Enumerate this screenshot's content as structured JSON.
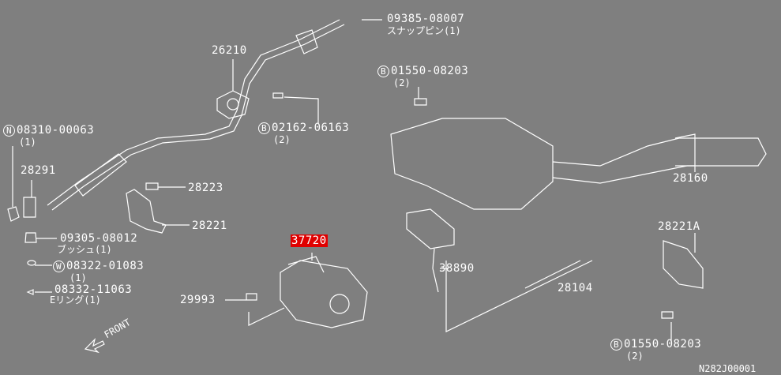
{
  "parts": [
    {
      "id": "p1",
      "number": "09385-08007",
      "desc": "スナップピン(1)"
    },
    {
      "id": "p2",
      "number": "26210"
    },
    {
      "id": "p3",
      "prefix": "B",
      "number": "02162-06163",
      "desc": "(2)"
    },
    {
      "id": "p4",
      "prefix": "N",
      "number": "08310-00063",
      "desc": "(1)"
    },
    {
      "id": "p5",
      "number": "28291"
    },
    {
      "id": "p6",
      "number": "28223"
    },
    {
      "id": "p7",
      "number": "28221"
    },
    {
      "id": "p8",
      "number": "09305-08012",
      "desc": "ブッシュ(1)"
    },
    {
      "id": "p9",
      "prefix": "W",
      "number": "08322-01083",
      "desc": "(1)"
    },
    {
      "id": "p10",
      "number": "08332-11063",
      "desc": "Eリング(1)"
    },
    {
      "id": "p11",
      "number": "37720",
      "highlighted": true
    },
    {
      "id": "p12",
      "number": "29993"
    },
    {
      "id": "p13",
      "prefix": "B",
      "number": "01550-08203",
      "desc": "(2)"
    },
    {
      "id": "p14",
      "number": "28160"
    },
    {
      "id": "p15",
      "number": "38890"
    },
    {
      "id": "p16",
      "number": "28104"
    },
    {
      "id": "p17",
      "number": "28221A"
    },
    {
      "id": "p18",
      "prefix": "B",
      "number": "01550-08203",
      "desc": "(2)"
    }
  ],
  "front_label": "FRONT",
  "diagram_code": "N282J00001",
  "highlight_color": "#e00000"
}
